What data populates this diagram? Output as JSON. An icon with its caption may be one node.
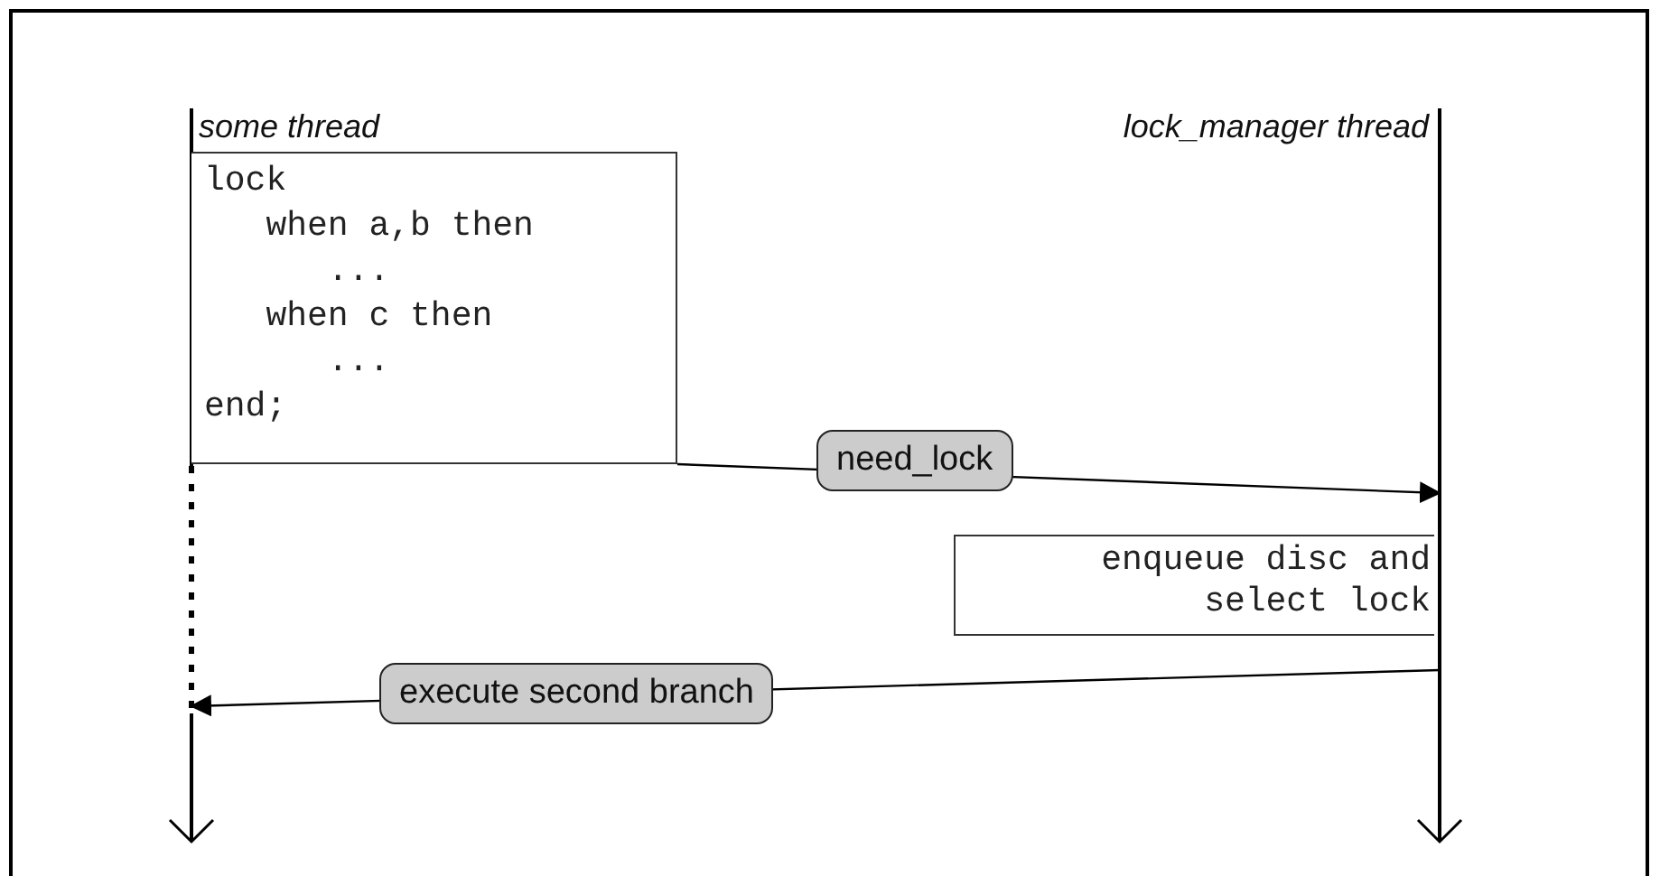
{
  "diagram": {
    "nodes": [
      {
        "text": [
          "some thread"
        ]
      },
      {
        "text": [
          "lock_manager thread"
        ]
      },
      {
        "text": [
          "lock",
          "when a,b then",
          "...",
          "when c then",
          "...",
          "end;"
        ]
      },
      {
        "text": [
          "enqueue disc and select lock"
        ]
      }
    ],
    "edges": [
      {
        "from": 2,
        "to": 1,
        "arrow": "to",
        "label": "need_lock"
      },
      {
        "from": 1,
        "to": 0,
        "arrow": "to",
        "label": "execute second branch"
      }
    ]
  }
}
